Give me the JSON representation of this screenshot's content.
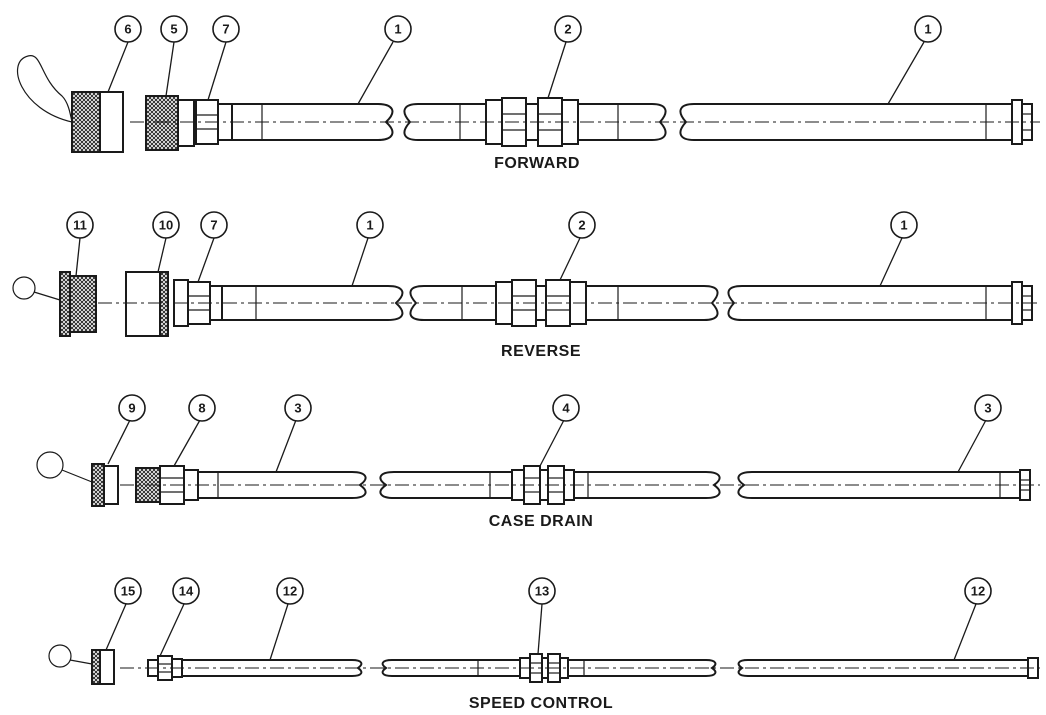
{
  "sections": [
    {
      "label": "FORWARD",
      "callouts": [
        {
          "number": "6"
        },
        {
          "number": "5"
        },
        {
          "number": "7"
        },
        {
          "number": "1"
        },
        {
          "number": "2"
        },
        {
          "number": "1"
        }
      ]
    },
    {
      "label": "REVERSE",
      "callouts": [
        {
          "number": "11"
        },
        {
          "number": "10"
        },
        {
          "number": "7"
        },
        {
          "number": "1"
        },
        {
          "number": "2"
        },
        {
          "number": "1"
        }
      ]
    },
    {
      "label": "CASE DRAIN",
      "callouts": [
        {
          "number": "9"
        },
        {
          "number": "8"
        },
        {
          "number": "3"
        },
        {
          "number": "4"
        },
        {
          "number": "3"
        }
      ]
    },
    {
      "label": "SPEED CONTROL",
      "callouts": [
        {
          "number": "15"
        },
        {
          "number": "14"
        },
        {
          "number": "12"
        },
        {
          "number": "13"
        },
        {
          "number": "12"
        }
      ]
    }
  ]
}
